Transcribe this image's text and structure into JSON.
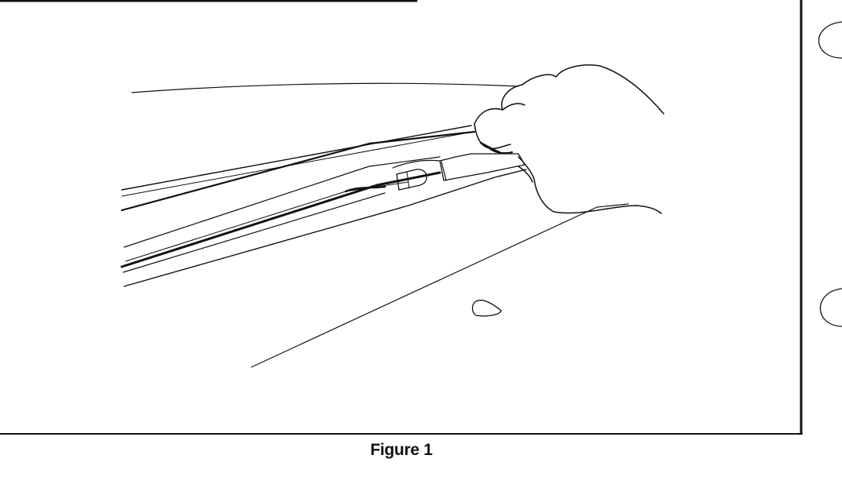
{
  "figure": {
    "caption": "Figure 1"
  },
  "colors": {
    "ink": "#111111",
    "paper": "#ffffff"
  },
  "icons": {
    "punch_hole": "binder-punch-hole-icon",
    "hand": "hand-drawing",
    "wiper": "wiper-blade-drawing"
  }
}
